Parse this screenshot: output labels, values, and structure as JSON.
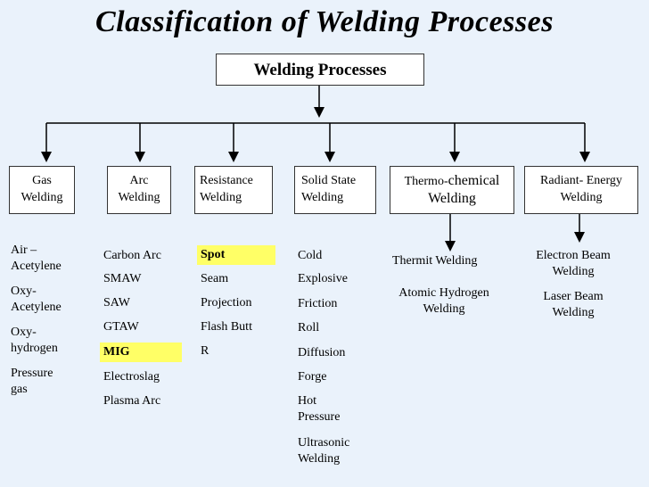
{
  "title": "Classification of Welding Processes",
  "root": "Welding Processes",
  "highlight_color": "#ffff66",
  "categories": [
    {
      "line1": "Gas",
      "line2": "Welding"
    },
    {
      "line1": "Arc",
      "line2": "Welding"
    },
    {
      "line1": "Resistance",
      "line2": "Welding"
    },
    {
      "line1": "Solid State",
      "line2": "Welding"
    },
    {
      "line1a": "Thermo-",
      "line1b": "chemical",
      "line2": "Welding"
    },
    {
      "line1": "Radiant- Energy",
      "line2": "Welding"
    }
  ],
  "gas": [
    "Air –",
    "Acetylene",
    "Oxy-",
    "Acetylene",
    "Oxy-",
    "hydrogen",
    "Pressure",
    "gas"
  ],
  "arc": [
    "Carbon Arc",
    "SMAW",
    "SAW",
    "GTAW",
    "MIG",
    "Electroslag",
    "Plasma Arc"
  ],
  "resistance": [
    "Spot",
    "Seam",
    "Projection",
    "Flash Butt",
    "R"
  ],
  "solid": [
    "Cold",
    "Explosive",
    "Friction",
    "Roll",
    "Diffusion",
    "Forge",
    "Hot",
    "Pressure",
    "Ultrasonic",
    "Welding"
  ],
  "thermo": [
    "Thermit Welding",
    "Atomic Hydrogen",
    "Welding"
  ],
  "radiant": [
    "Electron Beam",
    "Welding",
    "Laser Beam",
    "Welding"
  ]
}
